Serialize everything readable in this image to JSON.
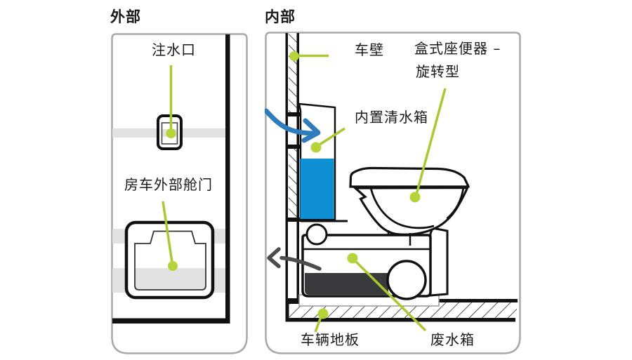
{
  "diagram": {
    "left_panel": {
      "title": "外部",
      "labels": {
        "fill_port": "注水口",
        "exterior_hatch": "房车外部舱门"
      }
    },
    "right_panel": {
      "title": "内部",
      "labels": {
        "vehicle_wall": "车壁",
        "cassette_toilet_line1": "盒式座便器 –",
        "cassette_toilet_line2": "旋转型",
        "fresh_water_tank": "内置清水箱",
        "vehicle_floor": "车辆地板",
        "waste_water_tank": "废水箱"
      }
    },
    "colors": {
      "fresh_water_blue": "#0f90d5",
      "flow_arrow_blue": "#2e7cbb",
      "pull_arrow_gray": "#4c4c4e",
      "leader_line_green": "#a9c832",
      "leader_dot_green": "#b6d33a",
      "waste_dark": "#3a3a3c",
      "stripe_gray": "#e2e2e2",
      "outline_black": "#111111",
      "panel_border_gray": "#a8a8a8"
    }
  }
}
